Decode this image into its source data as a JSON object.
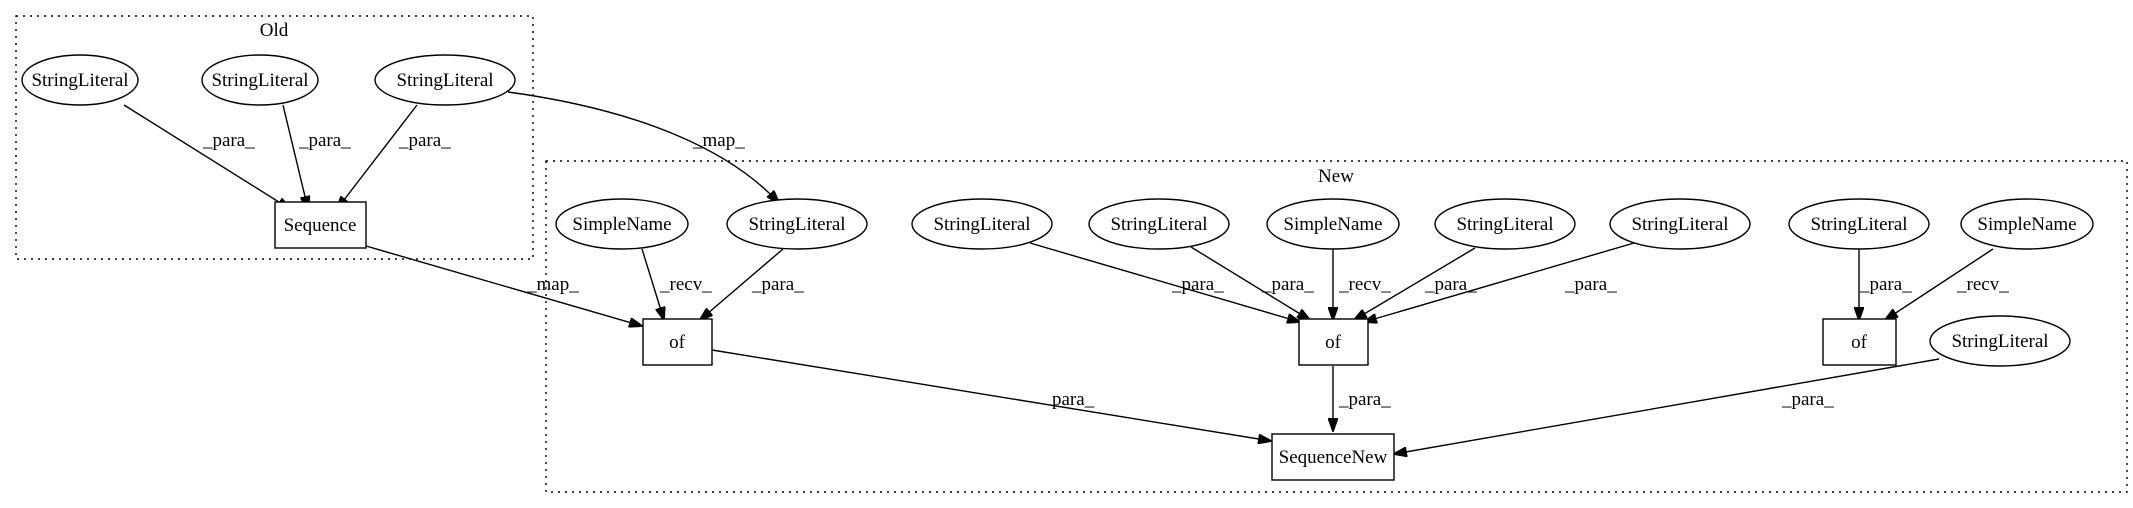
{
  "clusters": {
    "old": {
      "label": "Old"
    },
    "new": {
      "label": "New"
    }
  },
  "nodes": {
    "old_str1": "StringLiteral",
    "old_str2": "StringLiteral",
    "old_str3": "StringLiteral",
    "sequence": "Sequence",
    "simplename1": "SimpleName",
    "str_a": "StringLiteral",
    "of1": "of",
    "str_b": "StringLiteral",
    "str_c": "StringLiteral",
    "simplename2": "SimpleName",
    "str_d": "StringLiteral",
    "str_e": "StringLiteral",
    "of2": "of",
    "str_f": "StringLiteral",
    "simplename3": "SimpleName",
    "of3": "of",
    "str_g": "StringLiteral",
    "sequencenew": "SequenceNew"
  },
  "edges": {
    "e1": "_para_",
    "e2": "_para_",
    "e3": "_para_",
    "e4": "_map_",
    "e5": "_map_",
    "e6": "_recv_",
    "e7": "_para_",
    "e8": "_para_",
    "e9": "_para_",
    "e10": "_recv_",
    "e11": "_para_",
    "e12": "_para_",
    "e13": "_para_",
    "e14": "_recv_",
    "e15": "para_",
    "e16": "_para_",
    "e17": "_para_"
  }
}
